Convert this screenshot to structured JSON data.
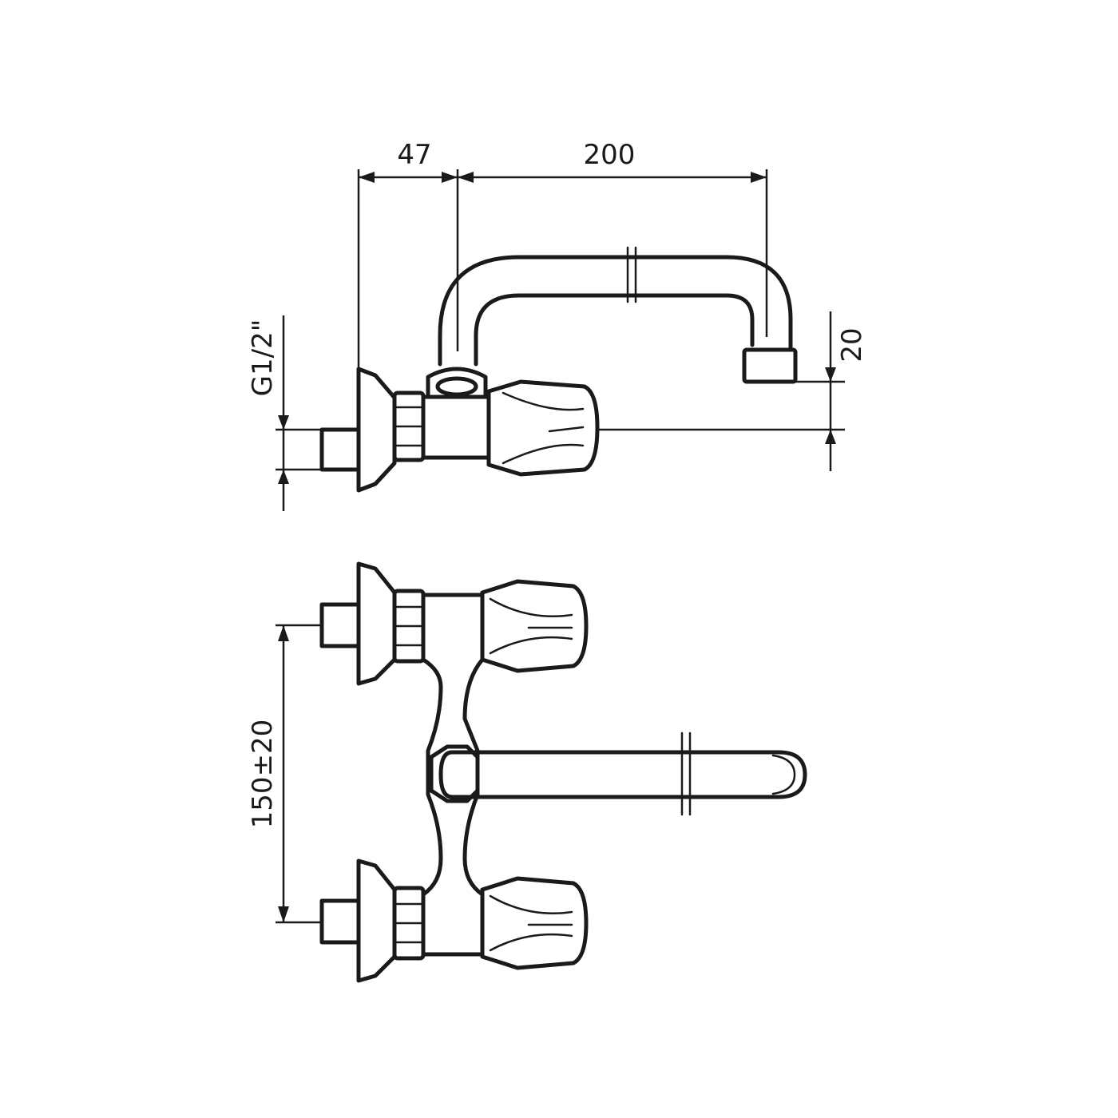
{
  "dimensions": {
    "wall_offset": "47",
    "spout_reach": "200",
    "spout_height": "20",
    "thread_size": "G1/2\"",
    "inlet_spacing": "150±20"
  },
  "colors": {
    "line": "#1a1a1a",
    "background": "#ffffff"
  }
}
